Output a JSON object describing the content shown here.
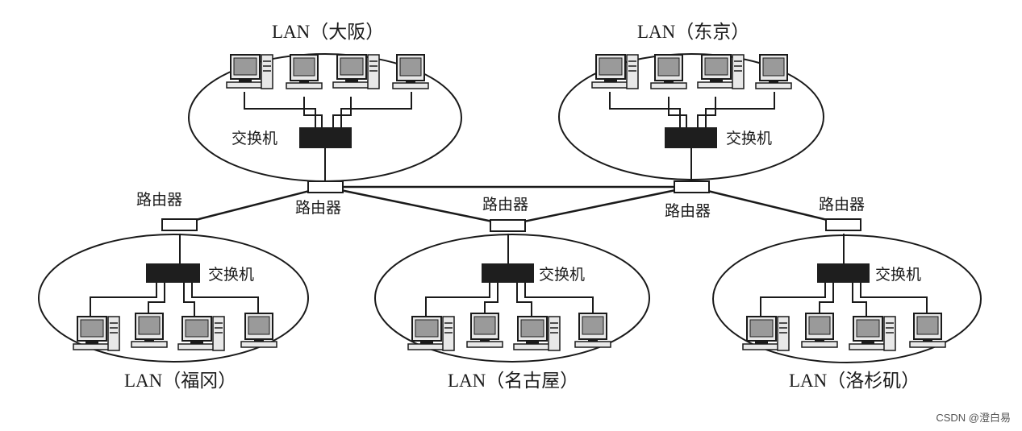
{
  "switch_label": "交换机",
  "router_label": "路由器",
  "lans": [
    {
      "label": "LAN（大阪）"
    },
    {
      "label": "LAN（东京）"
    },
    {
      "label": "LAN（福冈）"
    },
    {
      "label": "LAN（名古屋）"
    },
    {
      "label": "LAN（洛杉矶）"
    }
  ],
  "watermark": "CSDN @澄白易",
  "colors": {
    "line": "#1a1a1a",
    "switch_fill": "#1e1e1e",
    "screen": "#9a9a9a",
    "monitor": "#e8e8e8"
  },
  "icons": [
    "computer-icon",
    "switch-icon",
    "router-icon"
  ]
}
